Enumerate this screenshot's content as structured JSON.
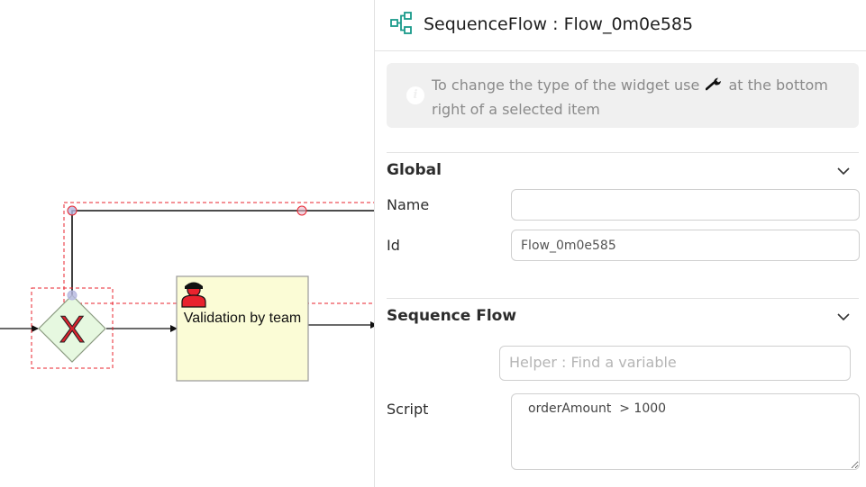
{
  "diagram": {
    "task_label": "Validation by team",
    "gateway_marker": "X"
  },
  "panel": {
    "header": {
      "icon": "sequence-flow-icon",
      "title": "SequenceFlow : Flow_0m0e585"
    },
    "info": {
      "icon": "info-icon",
      "text_before": "To change the type of the widget use",
      "wrench_icon": "wrench-icon",
      "text_after": "at the bottom right of a selected item"
    },
    "global": {
      "title": "Global",
      "name_label": "Name",
      "name_value": "",
      "id_label": "Id",
      "id_value": "Flow_0m0e585"
    },
    "sequence_flow": {
      "title": "Sequence Flow",
      "helper_placeholder": "Helper : Find a variable",
      "script_label": "Script",
      "script_value": "orderAmount  > 1000"
    }
  },
  "colors": {
    "accent_teal": "#1a9a8a",
    "selection_red": "#e8232e",
    "task_fill": "#fbfcd6",
    "gateway_fill": "#e6f8e0"
  }
}
